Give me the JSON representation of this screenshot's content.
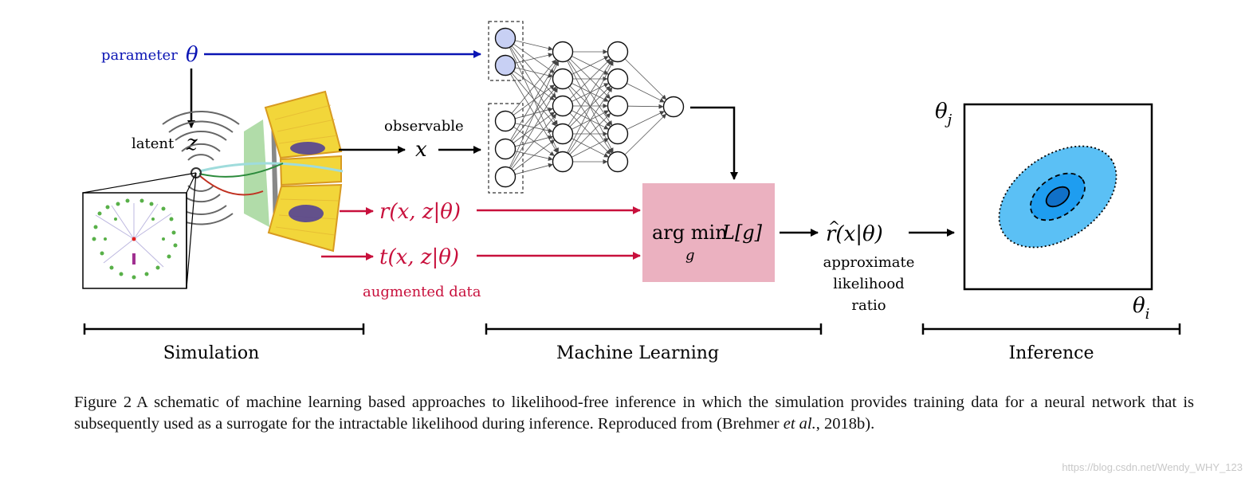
{
  "colors": {
    "blue": "#0a14b4",
    "red": "#c8103c",
    "black": "#000000",
    "box_fill": "#ebb1c0",
    "ellipse_outer": "#5bc0f5",
    "ellipse_mid": "#1e9df0",
    "ellipse_inner": "#1070c8",
    "detector_yellow": "#f2d63a"
  },
  "diagram": {
    "parameter_label": "parameter",
    "theta": "θ",
    "latent_label": "latent",
    "z": "z",
    "observable_label": "observable",
    "x": "x",
    "r_label": "r(x, z|θ)",
    "t_label": "t(x, z|θ)",
    "augmented_label": "augmented data",
    "argmin_text": "arg min",
    "argmin_sub": "g",
    "loss_text": "L[g]",
    "rhat_hat": "^",
    "rhat_label": "r(x|θ)",
    "approx_lines": [
      "approximate",
      "likelihood",
      "ratio"
    ],
    "theta_j": "θ",
    "theta_j_sub": "j",
    "theta_i": "θ",
    "theta_i_sub": "i",
    "section_simulation": "Simulation",
    "section_ml": "Machine Learning",
    "section_inference": "Inference"
  },
  "caption": {
    "figure_label": "Figure 2",
    "text_before": "A schematic of machine learning based approaches to likelihood-free inference in which the simulation provides training data for a neural network that is subsequently used as a surrogate for the intractable likelihood during inference. Reproduced from  (Brehmer ",
    "et_al": "et al.",
    "text_after": ", 2018b)."
  },
  "watermark": "https://blog.csdn.net/Wendy_WHY_123"
}
